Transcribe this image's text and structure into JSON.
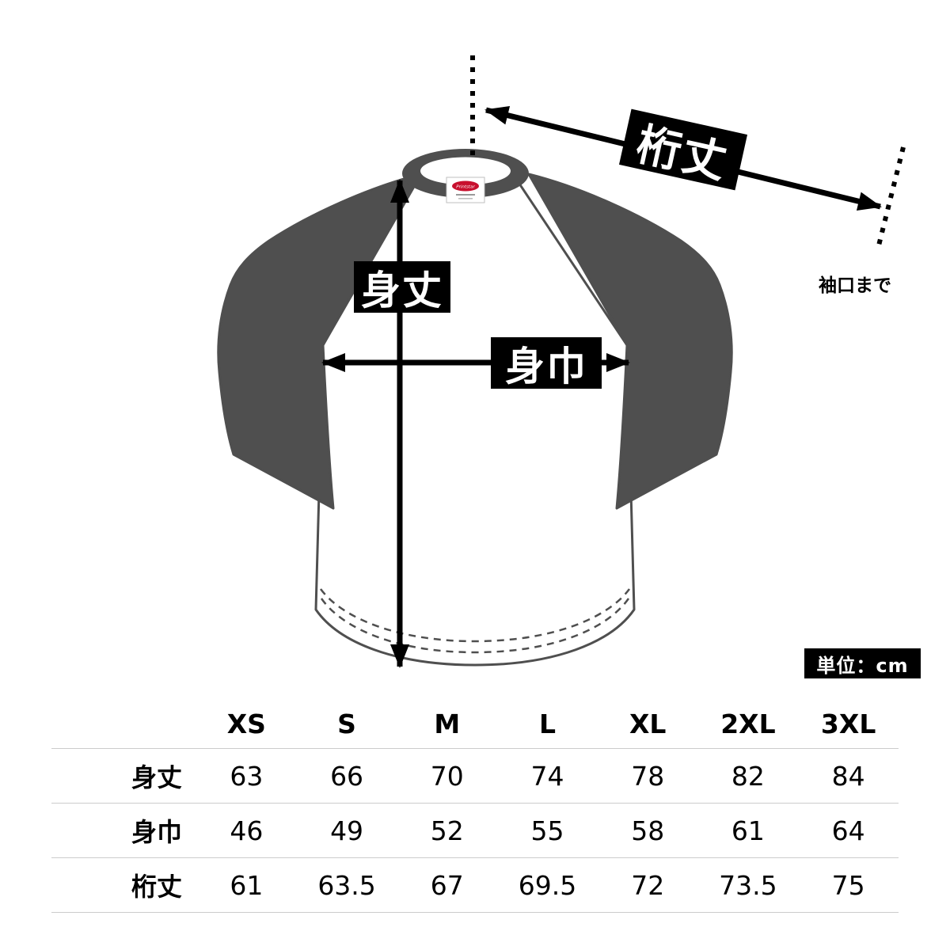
{
  "diagram": {
    "brand_label": "Printstar",
    "annotations": {
      "sleeve_length": "桁丈",
      "body_length": "身丈",
      "body_width": "身巾",
      "to_cuff_note": "袖口まで",
      "unit_badge": "単位：cm"
    },
    "colors": {
      "sleeve": "#4f4f4f",
      "outline": "#4f4f4f",
      "annotation_bg": "#000000",
      "annotation_text": "#ffffff",
      "brand_red": "#c8102e",
      "table_line": "#cccccc"
    }
  },
  "size_table": {
    "columns": [
      "XS",
      "S",
      "M",
      "L",
      "XL",
      "2XL",
      "3XL"
    ],
    "rows": [
      {
        "label": "身丈",
        "values": [
          "63",
          "66",
          "70",
          "74",
          "78",
          "82",
          "84"
        ]
      },
      {
        "label": "身巾",
        "values": [
          "46",
          "49",
          "52",
          "55",
          "58",
          "61",
          "64"
        ]
      },
      {
        "label": "桁丈",
        "values": [
          "61",
          "63.5",
          "67",
          "69.5",
          "72",
          "73.5",
          "75"
        ]
      }
    ]
  }
}
